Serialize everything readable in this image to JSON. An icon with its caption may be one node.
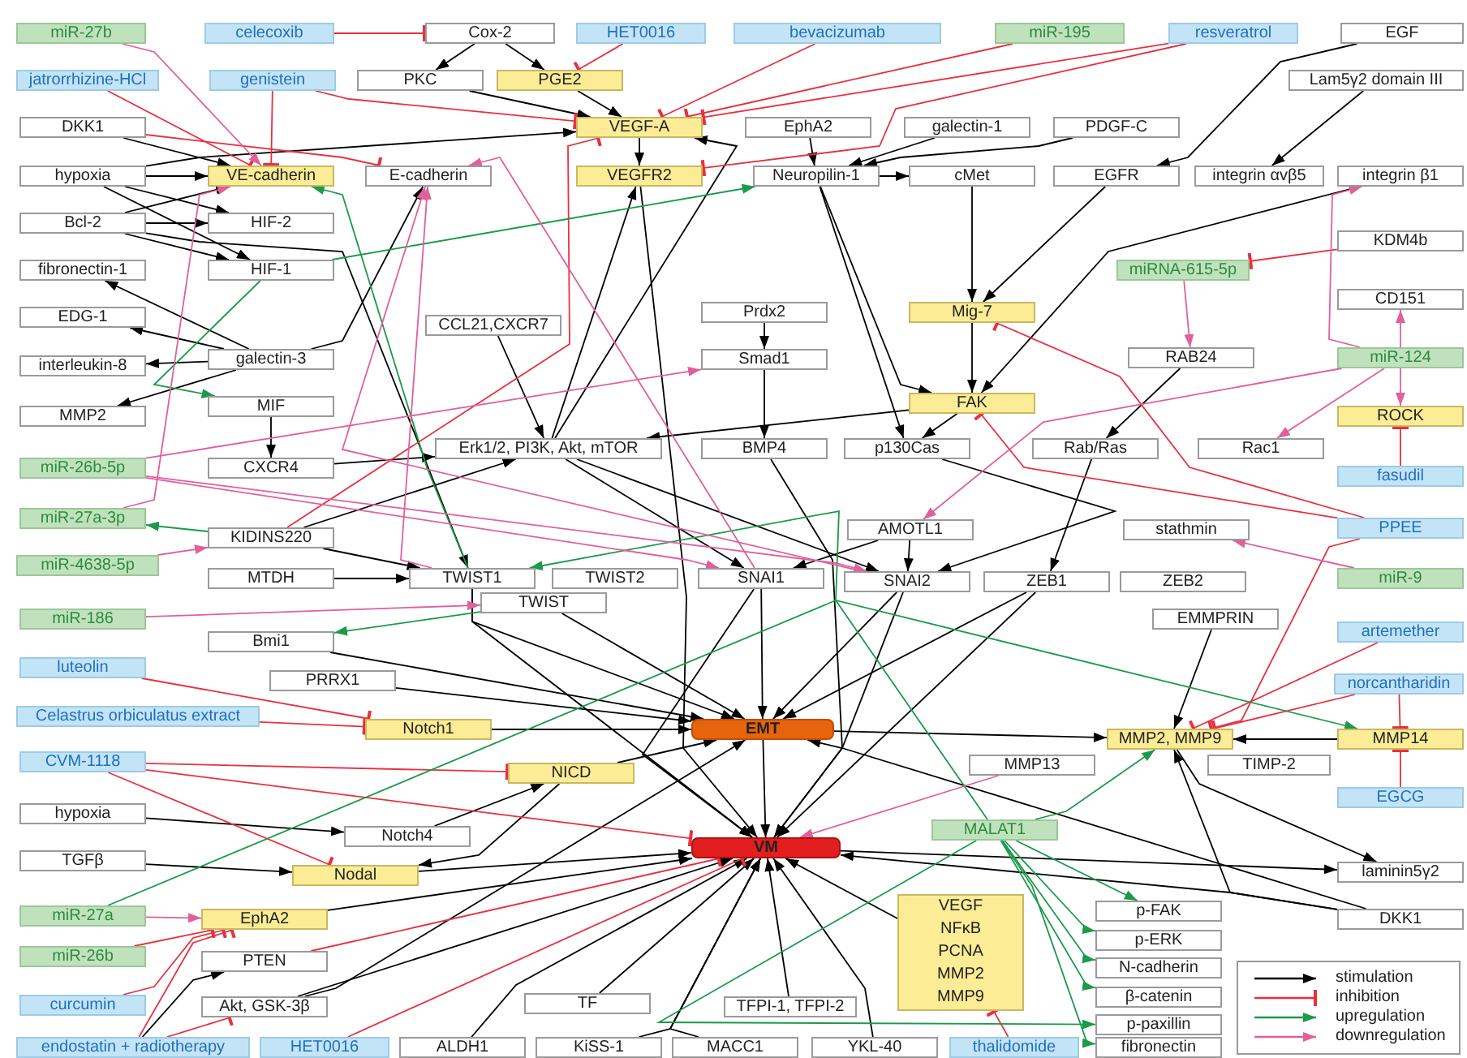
{
  "diagram": {
    "nodes": [
      {
        "text": [
          "miR-27b"
        ]
      },
      {
        "text": [
          "celecoxib"
        ]
      },
      {
        "text": [
          "Cox-2"
        ]
      },
      {
        "text": [
          "HET0016"
        ]
      },
      {
        "text": [
          "bevacizumab"
        ]
      },
      {
        "text": [
          "miR-195"
        ]
      },
      {
        "text": [
          "resveratrol"
        ]
      },
      {
        "text": [
          "EGF"
        ]
      },
      {
        "text": [
          "jatrorrhizine-HCl"
        ]
      },
      {
        "text": [
          "genistein"
        ]
      },
      {
        "text": [
          "PKC"
        ]
      },
      {
        "text": [
          "PGE2"
        ]
      },
      {
        "text": [
          "Lam5γ2 domain III"
        ]
      },
      {
        "text": [
          "DKK1"
        ]
      },
      {
        "text": [
          "VEGF-A"
        ]
      },
      {
        "text": [
          "EphA2"
        ]
      },
      {
        "text": [
          "galectin-1"
        ]
      },
      {
        "text": [
          "PDGF-C"
        ]
      },
      {
        "text": [
          "hypoxia"
        ]
      },
      {
        "text": [
          "VE-cadherin"
        ]
      },
      {
        "text": [
          "E-cadherin"
        ]
      },
      {
        "text": [
          "VEGFR2"
        ]
      },
      {
        "text": [
          "Neuropilin-1"
        ]
      },
      {
        "text": [
          "cMet"
        ]
      },
      {
        "text": [
          "EGFR"
        ]
      },
      {
        "text": [
          "integrin αvβ5"
        ]
      },
      {
        "text": [
          "integrin β1"
        ]
      },
      {
        "text": [
          "Bcl-2"
        ]
      },
      {
        "text": [
          "HIF-2"
        ]
      },
      {
        "text": [
          "fibronectin-1"
        ]
      },
      {
        "text": [
          "HIF-1"
        ]
      },
      {
        "text": [
          "KDM4b"
        ]
      },
      {
        "text": [
          "miRNA-615-5p"
        ]
      },
      {
        "text": [
          "EDG-1"
        ]
      },
      {
        "text": [
          "CCL21,CXCR7"
        ]
      },
      {
        "text": [
          "Prdx2"
        ]
      },
      {
        "text": [
          "Mig-7"
        ]
      },
      {
        "text": [
          "CD151"
        ]
      },
      {
        "text": [
          "interleukin-8"
        ]
      },
      {
        "text": [
          "galectin-3"
        ]
      },
      {
        "text": [
          "Smad1"
        ]
      },
      {
        "text": [
          "RAB24"
        ]
      },
      {
        "text": [
          "miR-124"
        ]
      },
      {
        "text": [
          "MMP2"
        ]
      },
      {
        "text": [
          "MIF"
        ]
      },
      {
        "text": [
          "FAK"
        ]
      },
      {
        "text": [
          "ROCK"
        ]
      },
      {
        "text": [
          "miR-26b-5p"
        ]
      },
      {
        "text": [
          "CXCR4"
        ]
      },
      {
        "text": [
          "Erk1/2, PI3K, Akt, mTOR"
        ]
      },
      {
        "text": [
          "BMP4"
        ]
      },
      {
        "text": [
          "p130Cas"
        ]
      },
      {
        "text": [
          "Rab/Ras"
        ]
      },
      {
        "text": [
          "Rac1"
        ]
      },
      {
        "text": [
          "fasudil"
        ]
      },
      {
        "text": [
          "miR-27a-3p"
        ]
      },
      {
        "text": [
          "KIDINS220"
        ]
      },
      {
        "text": [
          "AMOTL1"
        ]
      },
      {
        "text": [
          "stathmin"
        ]
      },
      {
        "text": [
          "PPEE"
        ]
      },
      {
        "text": [
          "miR-4638-5p"
        ]
      },
      {
        "text": [
          "MTDH"
        ]
      },
      {
        "text": [
          "TWIST1"
        ]
      },
      {
        "text": [
          "TWIST2"
        ]
      },
      {
        "text": [
          "SNAI1"
        ]
      },
      {
        "text": [
          "SNAI2"
        ]
      },
      {
        "text": [
          "ZEB1"
        ]
      },
      {
        "text": [
          "ZEB2"
        ]
      },
      {
        "text": [
          "miR-9"
        ]
      },
      {
        "text": [
          "TWIST"
        ]
      },
      {
        "text": [
          "miR-186"
        ]
      },
      {
        "text": [
          "EMMPRIN"
        ]
      },
      {
        "text": [
          "Bmi1"
        ]
      },
      {
        "text": [
          "artemether"
        ]
      },
      {
        "text": [
          "luteolin"
        ]
      },
      {
        "text": [
          "PRRX1"
        ]
      },
      {
        "text": [
          "norcantharidin"
        ]
      },
      {
        "text": [
          "Celastrus orbiculatus extract"
        ]
      },
      {
        "text": [
          "Notch1"
        ]
      },
      {
        "text": [
          "EMT"
        ]
      },
      {
        "text": [
          "MMP2, MMP9"
        ]
      },
      {
        "text": [
          "MMP14"
        ]
      },
      {
        "text": [
          "MMP13"
        ]
      },
      {
        "text": [
          "TIMP-2"
        ]
      },
      {
        "text": [
          "CVM-1118"
        ]
      },
      {
        "text": [
          "NICD"
        ]
      },
      {
        "text": [
          "EGCG"
        ]
      },
      {
        "text": [
          "hypoxia"
        ]
      },
      {
        "text": [
          "Notch4"
        ]
      },
      {
        "text": [
          "MALAT1"
        ]
      },
      {
        "text": [
          "TGFβ"
        ]
      },
      {
        "text": [
          "Nodal"
        ]
      },
      {
        "text": [
          "VM"
        ]
      },
      {
        "text": [
          "laminin5γ2"
        ]
      },
      {
        "text": [
          "miR-27a"
        ]
      },
      {
        "text": [
          "EphA2"
        ]
      },
      {
        "text": [
          "VEGF",
          "NFκB",
          "PCNA",
          "MMP2",
          "MMP9"
        ]
      },
      {
        "text": [
          "p-FAK"
        ]
      },
      {
        "text": [
          "p-ERK"
        ]
      },
      {
        "text": [
          "DKK1"
        ]
      },
      {
        "text": [
          "miR-26b"
        ]
      },
      {
        "text": [
          "PTEN"
        ]
      },
      {
        "text": [
          "N-cadherin"
        ]
      },
      {
        "text": [
          "β-catenin"
        ]
      },
      {
        "text": [
          "curcumin"
        ]
      },
      {
        "text": [
          "Akt, GSK-3β"
        ]
      },
      {
        "text": [
          "TF"
        ]
      },
      {
        "text": [
          "TFPI-1, TFPI-2"
        ]
      },
      {
        "text": [
          "p-paxillin"
        ]
      },
      {
        "text": [
          "endostatin + radiotherapy"
        ]
      },
      {
        "text": [
          "HET0016"
        ]
      },
      {
        "text": [
          "ALDH1"
        ]
      },
      {
        "text": [
          "KiSS-1"
        ]
      },
      {
        "text": [
          "MACC1"
        ]
      },
      {
        "text": [
          "YKL-40"
        ]
      },
      {
        "text": [
          "thalidomide"
        ]
      },
      {
        "text": [
          "fibronectin"
        ]
      }
    ],
    "edges": [
      {
        "from": 2,
        "to": 10,
        "arrow": "to"
      },
      {
        "from": 2,
        "to": 11,
        "arrow": "to"
      },
      {
        "from": 10,
        "to": 14,
        "arrow": "to"
      },
      {
        "from": 11,
        "to": 14,
        "arrow": "to"
      },
      {
        "from": 14,
        "to": 21,
        "arrow": "to"
      },
      {
        "from": 13,
        "to": 19,
        "arrow": "to"
      },
      {
        "from": 18,
        "to": 19,
        "arrow": "to"
      },
      {
        "from": 18,
        "to": 28,
        "arrow": "to"
      },
      {
        "from": 18,
        "to": 30,
        "arrow": "to"
      },
      {
        "from": 18,
        "to": 14,
        "arrow": "to"
      },
      {
        "from": 27,
        "to": 19,
        "arrow": "to"
      },
      {
        "from": 27,
        "to": 30,
        "arrow": "to"
      },
      {
        "from": 27,
        "to": 28,
        "arrow": "to"
      },
      {
        "from": 27,
        "to": 62,
        "arrow": "to"
      },
      {
        "from": 39,
        "to": 29,
        "arrow": "to"
      },
      {
        "from": 39,
        "to": 33,
        "arrow": "to"
      },
      {
        "from": 39,
        "to": 38,
        "arrow": "to"
      },
      {
        "from": 39,
        "to": 43,
        "arrow": "to"
      },
      {
        "from": 39,
        "to": 20,
        "arrow": "to"
      },
      {
        "from": 44,
        "to": 48,
        "arrow": "to"
      },
      {
        "from": 48,
        "to": 49,
        "arrow": "to"
      },
      {
        "from": 34,
        "to": 49,
        "arrow": "to"
      },
      {
        "from": 56,
        "to": 62,
        "arrow": "to"
      },
      {
        "from": 56,
        "to": 49,
        "arrow": "to"
      },
      {
        "from": 61,
        "to": 62,
        "arrow": "to"
      },
      {
        "from": 72,
        "to": 79,
        "arrow": "to"
      },
      {
        "from": 75,
        "to": 79,
        "arrow": "to"
      },
      {
        "from": 78,
        "to": 79,
        "arrow": "to"
      },
      {
        "from": 85,
        "to": 79,
        "arrow": "to"
      },
      {
        "from": 87,
        "to": 88,
        "arrow": "to"
      },
      {
        "from": 88,
        "to": 85,
        "arrow": "to"
      },
      {
        "from": 90,
        "to": 91,
        "arrow": "to"
      },
      {
        "from": 85,
        "to": 91,
        "arrow": "to"
      },
      {
        "from": 91,
        "to": 92,
        "arrow": "to"
      },
      {
        "from": 95,
        "to": 92,
        "arrow": "to"
      },
      {
        "from": 105,
        "to": 92,
        "arrow": "to"
      },
      {
        "from": 105,
        "to": 79,
        "arrow": "to"
      },
      {
        "from": 111,
        "to": 92,
        "arrow": "to"
      },
      {
        "from": 112,
        "to": 92,
        "arrow": "to"
      },
      {
        "from": 113,
        "to": 92,
        "arrow": "to"
      },
      {
        "from": 114,
        "to": 92,
        "arrow": "to"
      },
      {
        "from": 106,
        "to": 92,
        "arrow": "to"
      },
      {
        "from": 107,
        "to": 92,
        "arrow": "to"
      },
      {
        "from": 96,
        "to": 92,
        "arrow": "to"
      },
      {
        "from": 79,
        "to": 92,
        "arrow": "to"
      },
      {
        "from": 64,
        "to": 79,
        "arrow": "to"
      },
      {
        "from": 64,
        "to": 92,
        "arrow": "to"
      },
      {
        "from": 65,
        "to": 79,
        "arrow": "to"
      },
      {
        "from": 65,
        "to": 92,
        "arrow": "to"
      },
      {
        "from": 66,
        "to": 79,
        "arrow": "to"
      },
      {
        "from": 66,
        "to": 92,
        "arrow": "to"
      },
      {
        "from": 62,
        "to": 79,
        "arrow": "to"
      },
      {
        "from": 62,
        "to": 92,
        "arrow": "to"
      },
      {
        "from": 69,
        "to": 79,
        "arrow": "to"
      },
      {
        "from": 79,
        "to": 80,
        "arrow": "to"
      },
      {
        "from": 80,
        "to": 93,
        "arrow": "to"
      },
      {
        "from": 99,
        "to": 80,
        "arrow": "to"
      },
      {
        "from": 99,
        "to": 92,
        "arrow": "to"
      },
      {
        "from": 99,
        "to": 79,
        "arrow": "to"
      },
      {
        "from": 92,
        "to": 93,
        "arrow": "to"
      },
      {
        "from": 71,
        "to": 80,
        "arrow": "to"
      },
      {
        "from": 81,
        "to": 80,
        "arrow": "to"
      },
      {
        "from": 41,
        "to": 52,
        "arrow": "to"
      },
      {
        "from": 7,
        "to": 24,
        "arrow": "to"
      },
      {
        "from": 12,
        "to": 25,
        "arrow": "to"
      },
      {
        "from": 24,
        "to": 36,
        "arrow": "to"
      },
      {
        "from": 23,
        "to": 36,
        "arrow": "to"
      },
      {
        "from": 26,
        "to": 45,
        "arrow": "to"
      },
      {
        "from": 15,
        "to": 22,
        "arrow": "to"
      },
      {
        "from": 16,
        "to": 22,
        "arrow": "to"
      },
      {
        "from": 17,
        "to": 22,
        "arrow": "to"
      },
      {
        "from": 22,
        "to": 23,
        "arrow": "to"
      },
      {
        "from": 22,
        "to": 45,
        "arrow": "to"
      },
      {
        "from": 22,
        "to": 51,
        "arrow": "to"
      },
      {
        "from": 35,
        "to": 40,
        "arrow": "to"
      },
      {
        "from": 40,
        "to": 50,
        "arrow": "to"
      },
      {
        "from": 45,
        "to": 51,
        "arrow": "to"
      },
      {
        "from": 45,
        "to": 49,
        "arrow": "to"
      },
      {
        "from": 49,
        "to": 21,
        "arrow": "to"
      },
      {
        "from": 49,
        "to": 14,
        "arrow": "to"
      },
      {
        "from": 49,
        "to": 64,
        "arrow": "to"
      },
      {
        "from": 49,
        "to": 65,
        "arrow": "to"
      },
      {
        "from": 50,
        "to": 92,
        "arrow": "to"
      },
      {
        "from": 57,
        "to": 64,
        "arrow": "to"
      },
      {
        "from": 57,
        "to": 65,
        "arrow": "to"
      },
      {
        "from": 21,
        "to": 92,
        "arrow": "to"
      },
      {
        "from": 109,
        "to": 101,
        "arrow": "to"
      },
      {
        "from": 52,
        "to": 66,
        "arrow": "to"
      },
      {
        "from": 36,
        "to": 45,
        "arrow": "to"
      },
      {
        "from": 51,
        "to": 65,
        "arrow": "to"
      },
      {
        "from": 1,
        "to": 2,
        "arrow": "other",
        "color": "#e8303f"
      },
      {
        "from": 3,
        "to": 11,
        "arrow": "other",
        "color": "#e8303f"
      },
      {
        "from": 4,
        "to": 14,
        "arrow": "other",
        "color": "#e8303f"
      },
      {
        "from": 5,
        "to": 14,
        "arrow": "other",
        "color": "#e8303f"
      },
      {
        "from": 6,
        "to": 14,
        "arrow": "other",
        "color": "#e8303f"
      },
      {
        "from": 6,
        "to": 21,
        "arrow": "other",
        "color": "#e8303f"
      },
      {
        "from": 8,
        "to": 19,
        "arrow": "other",
        "color": "#e8303f"
      },
      {
        "from": 9,
        "to": 19,
        "arrow": "other",
        "color": "#e8303f"
      },
      {
        "from": 9,
        "to": 14,
        "arrow": "other",
        "color": "#e8303f"
      },
      {
        "from": 13,
        "to": 20,
        "arrow": "other",
        "color": "#e8303f"
      },
      {
        "from": 56,
        "to": 14,
        "arrow": "other",
        "color": "#e8303f"
      },
      {
        "from": 74,
        "to": 78,
        "arrow": "other",
        "color": "#e8303f"
      },
      {
        "from": 77,
        "to": 78,
        "arrow": "other",
        "color": "#e8303f"
      },
      {
        "from": 84,
        "to": 85,
        "arrow": "other",
        "color": "#e8303f"
      },
      {
        "from": 84,
        "to": 92,
        "arrow": "other",
        "color": "#e8303f"
      },
      {
        "from": 84,
        "to": 91,
        "arrow": "other",
        "color": "#e8303f"
      },
      {
        "from": 100,
        "to": 95,
        "arrow": "other",
        "color": "#e8303f"
      },
      {
        "from": 104,
        "to": 95,
        "arrow": "other",
        "color": "#e8303f"
      },
      {
        "from": 109,
        "to": 95,
        "arrow": "other",
        "color": "#e8303f"
      },
      {
        "from": 109,
        "to": 105,
        "arrow": "other",
        "color": "#e8303f"
      },
      {
        "from": 101,
        "to": 92,
        "arrow": "other",
        "color": "#e8303f"
      },
      {
        "from": 110,
        "to": 92,
        "arrow": "other",
        "color": "#e8303f"
      },
      {
        "from": 115,
        "to": 96,
        "arrow": "other",
        "color": "#e8303f"
      },
      {
        "from": 59,
        "to": 80,
        "arrow": "other",
        "color": "#e8303f"
      },
      {
        "from": 73,
        "to": 80,
        "arrow": "other",
        "color": "#e8303f"
      },
      {
        "from": 76,
        "to": 80,
        "arrow": "other",
        "color": "#e8303f"
      },
      {
        "from": 76,
        "to": 81,
        "arrow": "other",
        "color": "#e8303f"
      },
      {
        "from": 86,
        "to": 81,
        "arrow": "other",
        "color": "#e8303f"
      },
      {
        "from": 59,
        "to": 36,
        "arrow": "other",
        "color": "#e8303f"
      },
      {
        "from": 59,
        "to": 45,
        "arrow": "other",
        "color": "#e8303f"
      },
      {
        "from": 54,
        "to": 46,
        "arrow": "other",
        "color": "#e8303f"
      },
      {
        "from": 31,
        "to": 32,
        "arrow": "other",
        "color": "#e8303f"
      },
      {
        "from": 30,
        "to": 22,
        "arrow": "to",
        "color": "#1a9a4a"
      },
      {
        "from": 30,
        "to": 44,
        "arrow": "to",
        "color": "#1a9a4a"
      },
      {
        "from": 56,
        "to": 55,
        "arrow": "to",
        "color": "#1a9a4a"
      },
      {
        "from": 69,
        "to": 72,
        "arrow": "to",
        "color": "#1a9a4a"
      },
      {
        "from": 94,
        "to": 62,
        "arrow": "to",
        "color": "#1a9a4a"
      },
      {
        "from": 89,
        "to": 97,
        "arrow": "to",
        "color": "#1a9a4a"
      },
      {
        "from": 89,
        "to": 98,
        "arrow": "to",
        "color": "#1a9a4a"
      },
      {
        "from": 89,
        "to": 102,
        "arrow": "to",
        "color": "#1a9a4a"
      },
      {
        "from": 89,
        "to": 103,
        "arrow": "to",
        "color": "#1a9a4a"
      },
      {
        "from": 89,
        "to": 108,
        "arrow": "to",
        "color": "#1a9a4a"
      },
      {
        "from": 89,
        "to": 116,
        "arrow": "to",
        "color": "#1a9a4a"
      },
      {
        "from": 89,
        "to": 80,
        "arrow": "to",
        "color": "#1a9a4a"
      },
      {
        "from": 89,
        "to": 81,
        "arrow": "to",
        "color": "#1a9a4a"
      },
      {
        "from": 62,
        "to": 19,
        "arrow": "to",
        "color": "#1a9a4a"
      },
      {
        "from": 0,
        "to": 19,
        "arrow": "to",
        "color": "#e0609a"
      },
      {
        "from": 47,
        "to": 40,
        "arrow": "to",
        "color": "#e0609a"
      },
      {
        "from": 47,
        "to": 64,
        "arrow": "to",
        "color": "#e0609a"
      },
      {
        "from": 47,
        "to": 65,
        "arrow": "to",
        "color": "#e0609a"
      },
      {
        "from": 55,
        "to": 19,
        "arrow": "to",
        "color": "#e0609a"
      },
      {
        "from": 60,
        "to": 56,
        "arrow": "to",
        "color": "#e0609a"
      },
      {
        "from": 70,
        "to": 69,
        "arrow": "to",
        "color": "#e0609a"
      },
      {
        "from": 94,
        "to": 95,
        "arrow": "to",
        "color": "#e0609a"
      },
      {
        "from": 82,
        "to": 92,
        "arrow": "to",
        "color": "#e0609a"
      },
      {
        "from": 68,
        "to": 58,
        "arrow": "to",
        "color": "#e0609a"
      },
      {
        "from": 42,
        "to": 46,
        "arrow": "to",
        "color": "#e0609a"
      },
      {
        "from": 42,
        "to": 37,
        "arrow": "to",
        "color": "#e0609a"
      },
      {
        "from": 42,
        "to": 26,
        "arrow": "to",
        "color": "#e0609a"
      },
      {
        "from": 42,
        "to": 53,
        "arrow": "to",
        "color": "#e0609a"
      },
      {
        "from": 42,
        "to": 57,
        "arrow": "to",
        "color": "#e0609a"
      },
      {
        "from": 32,
        "to": 41,
        "arrow": "to",
        "color": "#e0609a"
      },
      {
        "from": 64,
        "to": 20,
        "arrow": "to",
        "color": "#e0609a"
      },
      {
        "from": 65,
        "to": 20,
        "arrow": "to",
        "color": "#e0609a"
      },
      {
        "from": 62,
        "to": 20,
        "arrow": "to",
        "color": "#e0609a"
      }
    ],
    "legend": [
      {
        "text": "stimulation"
      },
      {
        "text": "inhibition"
      },
      {
        "text": "upregulation"
      },
      {
        "text": "downregulation"
      }
    ]
  }
}
